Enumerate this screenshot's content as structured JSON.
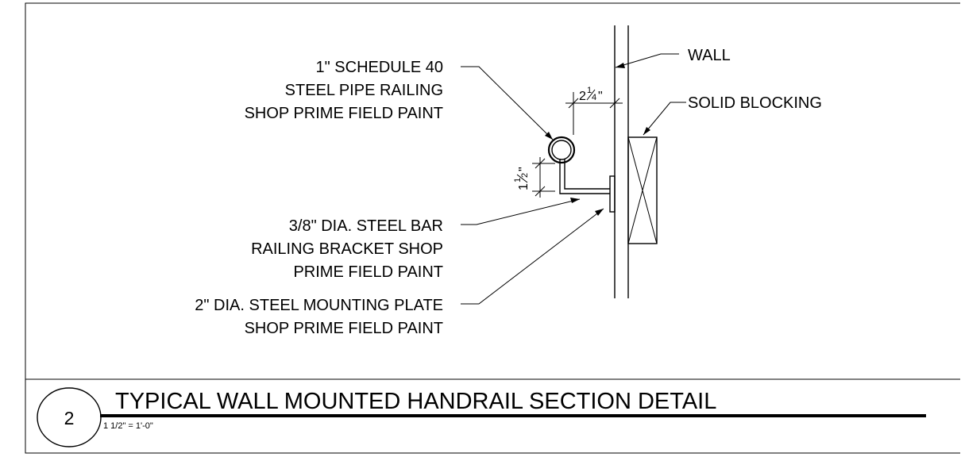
{
  "detail": {
    "number": "2",
    "title": "TYPICAL WALL MOUNTED HANDRAIL SECTION DETAIL",
    "scale": "1 1/2\" = 1'-0\""
  },
  "callouts": {
    "pipe": [
      "1\" SCHEDULE 40",
      "STEEL PIPE RAILING",
      "SHOP PRIME FIELD PAINT"
    ],
    "bar": [
      "3/8\" DIA. STEEL BAR",
      "RAILING BRACKET SHOP",
      "PRIME FIELD PAINT"
    ],
    "plate": [
      "2\" DIA. STEEL MOUNTING PLATE",
      "SHOP PRIME FIELD PAINT"
    ],
    "wall": "WALL",
    "blocking": "SOLID BLOCKING"
  },
  "dimensions": {
    "offset": {
      "whole": "2",
      "num": "1",
      "den": "4",
      "inch": "\""
    },
    "bracket": {
      "whole": "1",
      "num": "1",
      "den": "2",
      "inch": "\""
    }
  }
}
